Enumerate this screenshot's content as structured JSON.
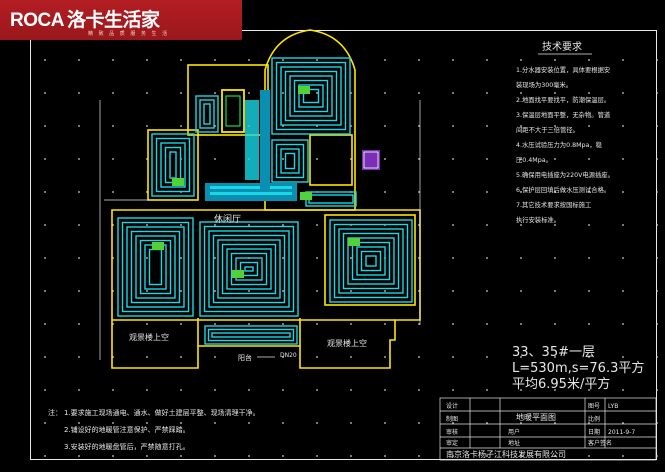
{
  "logo": {
    "brand": "ROCA",
    "brand_cn": "洛卡生活家",
    "tagline": "精 致 品 质    服 务 生 活"
  },
  "colors": {
    "background": "#000000",
    "banner": "#a81b20",
    "pipe": "#18d8e8",
    "wall": "#ffe600",
    "pipe_dark": "#0a8fb0",
    "text": "#e6e6e6"
  },
  "tech_notes": {
    "title": "技术要求",
    "items": [
      "1.分水器安装位置，具体要根据安",
      "  装现场为300毫米。",
      "2.地面找平要找平，防潮保温层。",
      "3.保温层地面平整，无杂物。管道",
      "  间距不大于三倍管径。",
      "4.水压试验压力为0.8Mpa，稳",
      "  压0.4Mpa。",
      "5.确保用电插座为220V电源插座。",
      "6.保护层回填后做水压测试合格。",
      "7.其它技术要求按国标施工",
      "  执行安装标准。"
    ]
  },
  "plan_labels": {
    "room_center": "休闲厅",
    "room_left_bottom": "观景楼上空",
    "room_right_bottom": "观景楼上空",
    "room_bottom_mid": "阳台",
    "pipe_callout": "DN20"
  },
  "summary": {
    "line1": "33、35#一层",
    "line2": "L=530m,s=76.3平方",
    "line3": "平均6.95米/平方"
  },
  "notes": {
    "prefix": "注：",
    "items": [
      "1.要求施工现场通电、通水、做好土建层平整、现场清理干净。",
      "2.铺设好的地暖管注意保护、严禁踩踏。",
      "3.安装好的地暖盘管后，严禁随意打孔。"
    ]
  },
  "title_block": {
    "rows": [
      {
        "label": "设计",
        "value": ""
      },
      {
        "label": "制图",
        "value": ""
      },
      {
        "label": "审核",
        "value": ""
      },
      {
        "label": "审定",
        "value": ""
      }
    ],
    "drawing_name": "地暖平面图",
    "user_label": "用户",
    "user_value": "",
    "address_label": "地址",
    "code_label": "图号",
    "code_value": "LYB",
    "scale_label": "比例",
    "date_label": "日期",
    "date_value": "2011-9-7",
    "signature_label": "客户签名",
    "company": "南京洛卡杨子江科技发展有限公司"
  }
}
